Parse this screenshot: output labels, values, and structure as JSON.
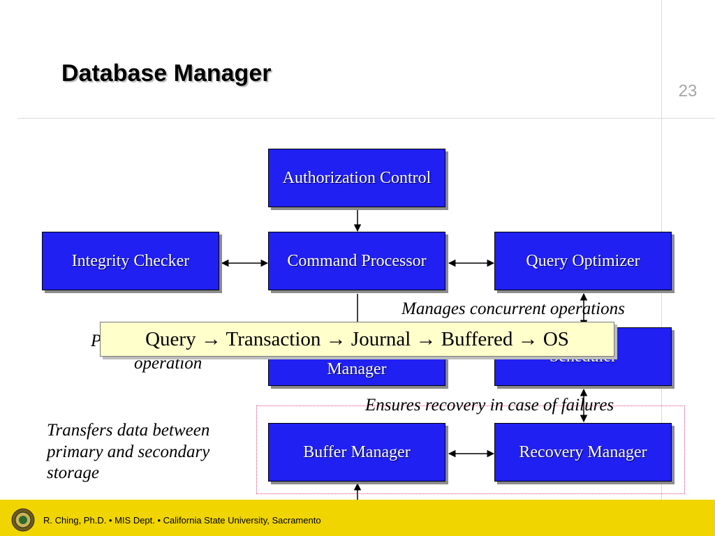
{
  "slide": {
    "title": "Database Manager",
    "page_number": "23"
  },
  "boxes": {
    "authorization_control": "Authorization Control",
    "command_processor": "Command Processor",
    "integrity_checker": "Integrity Checker",
    "query_optimizer": "Query Optimizer",
    "transaction_manager": "Manager",
    "scheduler": "Scheduler",
    "buffer_manager": "Buffer Manager",
    "recovery_manager": "Recovery Manager"
  },
  "notes": {
    "concurrent": "Manages concurrent operations",
    "recovery": "Ensures recovery in case of failures",
    "transfers": "Transfers data between primary and secondary storage",
    "operation_partial_prefix": "P",
    "operation_partial": "operation"
  },
  "callout": {
    "text": "Query → Transaction → Journal → Buffered → OS"
  },
  "footer": {
    "text": "R. Ching, Ph.D. • MIS Dept.  • California State University, Sacramento"
  },
  "colors": {
    "box_fill": "#2020f2",
    "footer_bg": "#f0d500",
    "callout_bg": "#ffffcc"
  }
}
